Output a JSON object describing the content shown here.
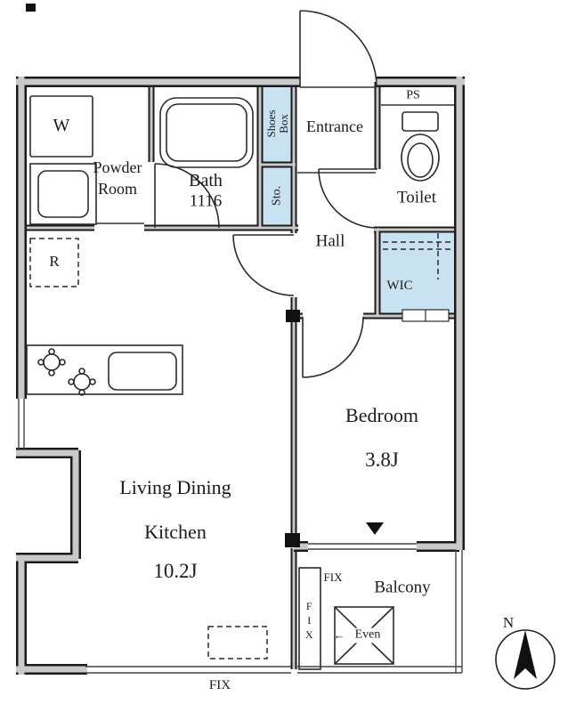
{
  "rooms": {
    "powder_room": {
      "name": "Powder\nRoom"
    },
    "bath": {
      "name": "Bath",
      "size": "1116"
    },
    "shoes_box": {
      "name": "Shoes\nBox"
    },
    "storage": {
      "name": "Sto."
    },
    "entrance": {
      "name": "Entrance"
    },
    "pipe_space": {
      "name": "PS"
    },
    "toilet": {
      "name": "Toilet"
    },
    "hall": {
      "name": "Hall"
    },
    "wic": {
      "name": "WIC"
    },
    "ldk": {
      "name": "Living Dining\nKitchen",
      "size": "10.2J"
    },
    "bedroom": {
      "name": "Bedroom",
      "size": "3.8J"
    },
    "balcony": {
      "name": "Balcony"
    }
  },
  "fixtures": {
    "washer": "W",
    "fridge": "R",
    "hatch": "Even",
    "hatch_arrow": "←"
  },
  "windows": {
    "fix_bottom": "FIX",
    "fix_balcony_h": "FIX",
    "fix_balcony_v": "FIX"
  },
  "compass": {
    "north": "N"
  },
  "colors": {
    "storage_fill": "#c9e2f2",
    "wall_gray": "#c9c9c9"
  }
}
